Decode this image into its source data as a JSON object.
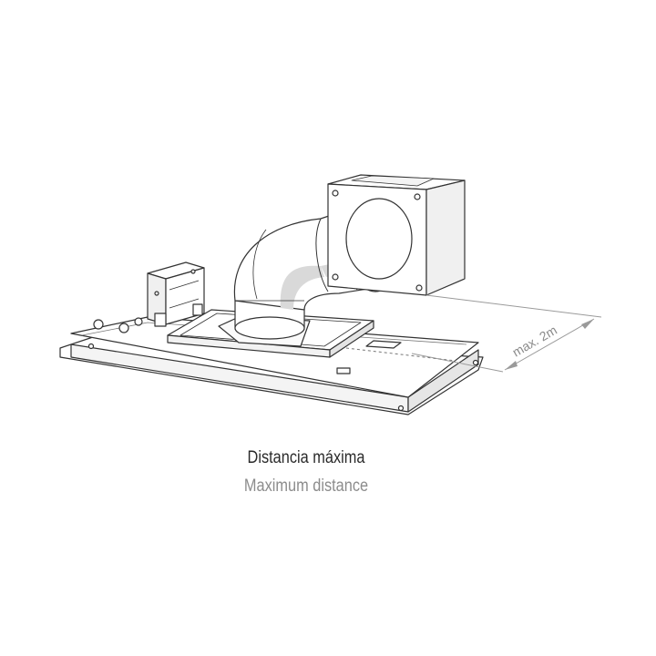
{
  "diagram": {
    "dimension_label": "max. 2m"
  },
  "caption": {
    "primary": "Distancia máxima",
    "secondary": "Maximum distance"
  },
  "colors": {
    "line": "#333333",
    "dimension": "#9a9a9a",
    "shadow": "#d9d9d9",
    "fill": "#ffffff"
  }
}
